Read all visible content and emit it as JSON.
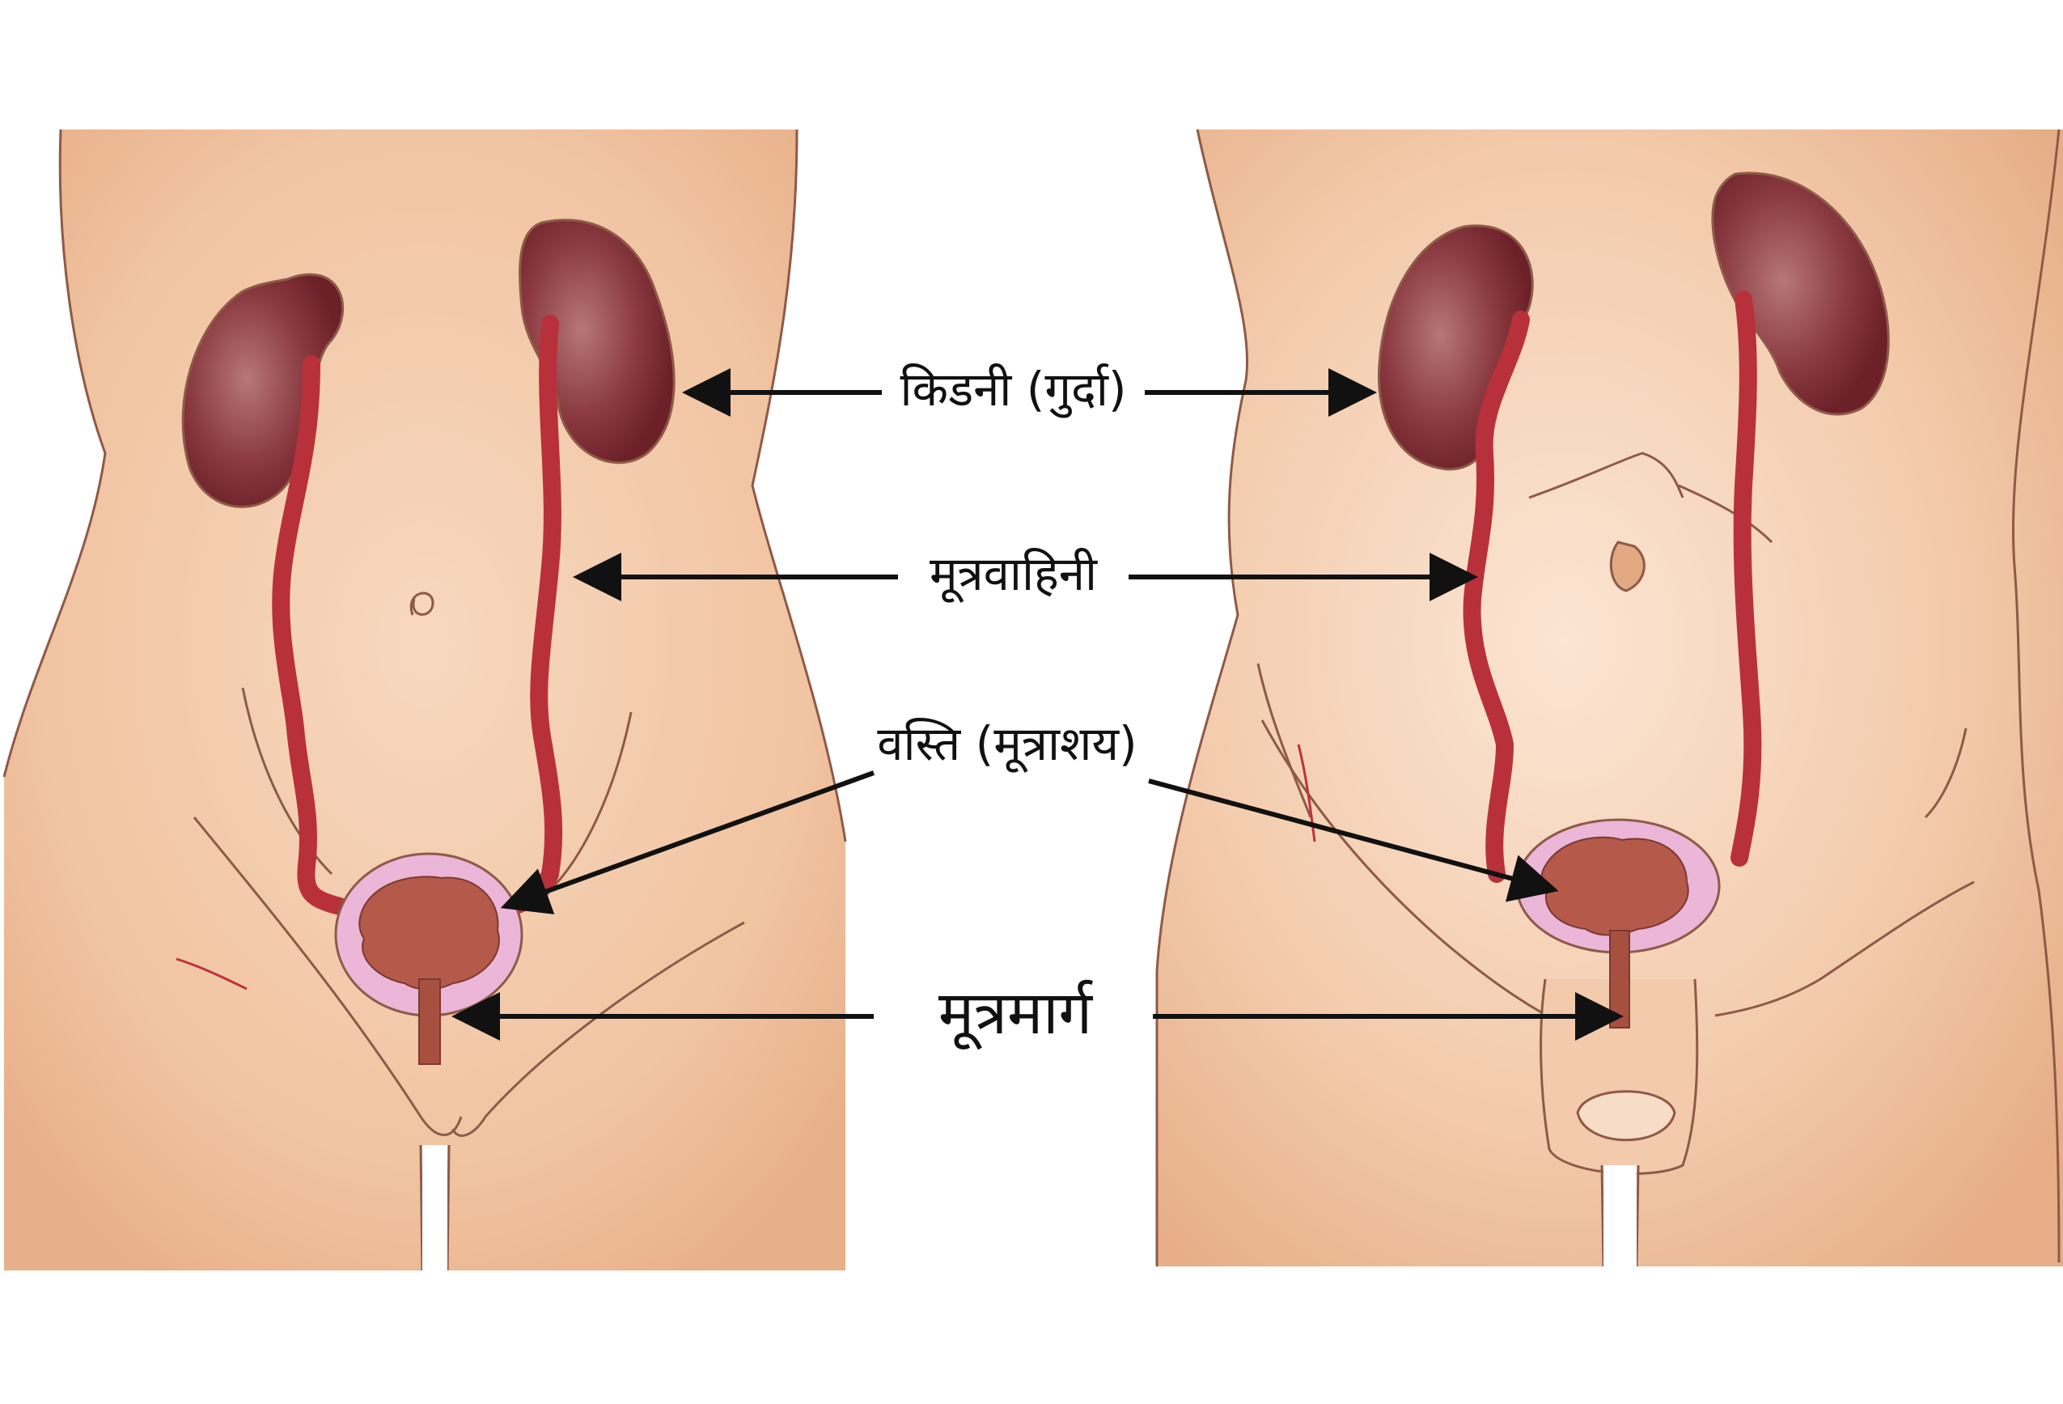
{
  "labels": {
    "kidney": "किडनी (गुर्दा)",
    "ureter": "मूत्रवाहिनी",
    "bladder": "वस्ति (मूत्राशय)",
    "urethra": "मूत्रमार्ग"
  },
  "colors": {
    "background": "#ffffff",
    "skin": "#f1c6a5",
    "skin_shade": "#e2a982",
    "outline": "#8e5a48",
    "kidney": "#7a2a31",
    "kidney_highlight": "#a66166",
    "ureter": "#b8313a",
    "bladder_wall": "#ebb6d8",
    "bladder_inner": "#b5594a",
    "arrow": "#111111"
  },
  "figures": [
    "female-torso",
    "male-torso"
  ]
}
